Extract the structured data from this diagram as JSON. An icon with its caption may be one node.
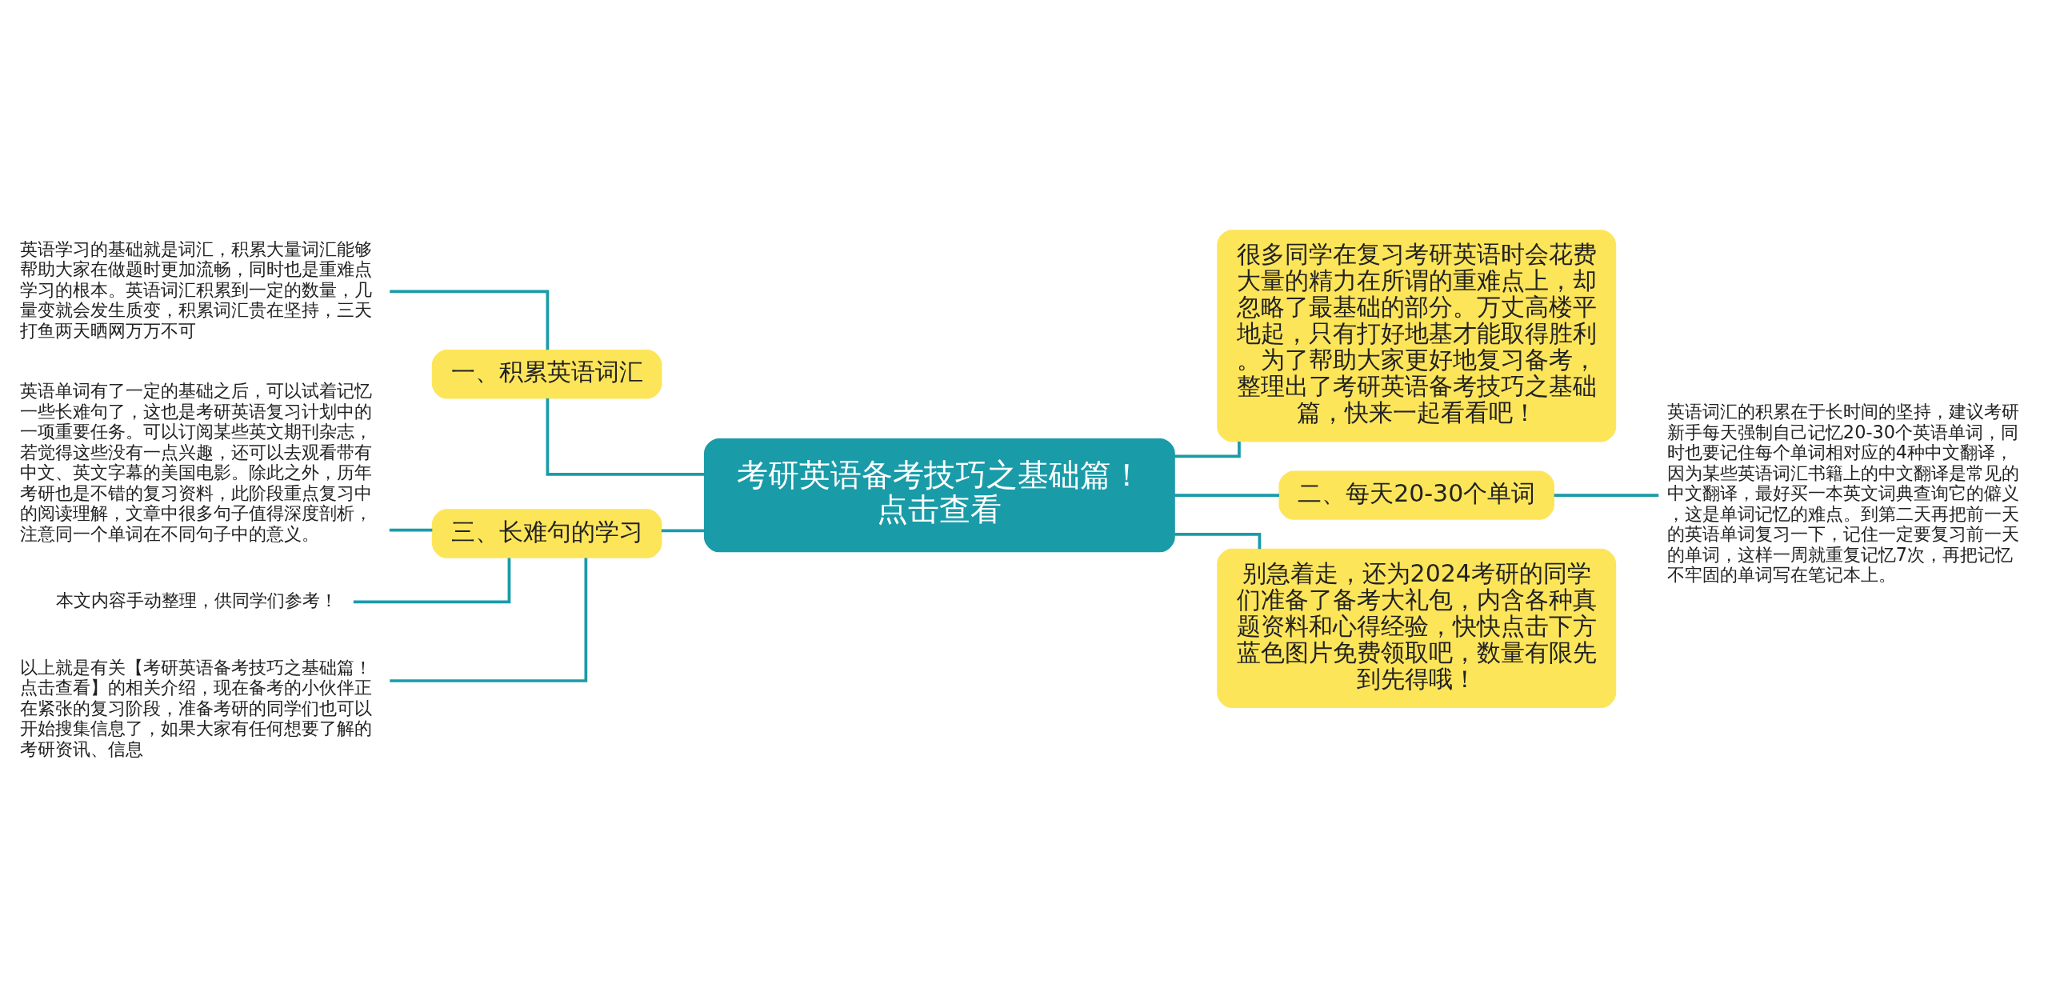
{
  "diagram": {
    "nodes": [
      {
        "text": [
          "考研英语备考技巧之基础篇！点击查看"
        ]
      },
      {
        "text": [
          "一、积累英语词汇"
        ]
      },
      {
        "text": [
          "英语学习的基础就是词汇，积累大量词汇能够帮助大家在做题时更加流畅，同时也是重难点学习的根本。英语词汇积累到一定的数量，几量变就会发生质变，积累词汇贵在坚持，三天打鱼两天晒网万万不可"
        ]
      },
      {
        "text": [
          "三、长难句的学习"
        ]
      },
      {
        "text": [
          "英语单词有了一定的基础之后，可以试着记忆一些长难句了，这也是考研英语复习计划中的一项重要任务。可以订阅某些英文期刊杂志，若觉得这些没有一点兴趣，还可以去观看带有中文、英文字幕的美国电影。除此之外，历年考研也是不错的复习资料，此阶段重点复习中的阅读理解，文章中很多句子值得深度剖析，注意同一个单词在不同句子中的意义。"
        ]
      },
      {
        "text": [
          "本文内容手动整理，供同学们参考！"
        ]
      },
      {
        "text": [
          "以上就是有关【考研英语备考技巧之基础篇！点击查看】的相关介绍，现在备考的小伙伴正在紧张的复习阶段，准备考研的同学们也可以开始搜集信息了，如果大家有任何想要了解的考研资讯、信息"
        ]
      },
      {
        "text": [
          "很多同学在复习考研英语时会花费大量的精力在所谓的重难点上，却忽略了最基础的部分。万丈高楼平地起，只有打好地基才能取得胜利。为了帮助大家更好地复习备考，整理出了考研英语备考技巧之基础篇，快来一起看看吧！"
        ]
      },
      {
        "text": [
          "二、每天20-30个单词"
        ]
      },
      {
        "text": [
          "英语词汇的积累在于长时间的坚持，建议考研新手每天强制自己记忆20-30个英语单词，同时也要记住每个单词相对应的4种中文翻译，因为某些英语词汇书籍上的中文翻译是常见的中文翻译，最好买一本英文词典查询它的僻义，这是单词记忆的难点。到第二天再把前一天的英语单词复习一下，记住一定要复习前一天的单词，这样一周就重复记忆7次，再把记忆不牢固的单词写在笔记本上。"
        ]
      },
      {
        "text": [
          "别急着走，还为2024考研的同学们准备了备考大礼包，内含各种真题资料和心得经验，快快点击下方蓝色图片免费领取吧，数量有限先到先得哦！"
        ]
      }
    ],
    "edges": [
      {
        "from": 0,
        "to": 1,
        "arrow": "none"
      },
      {
        "from": 1,
        "to": 2,
        "arrow": "none"
      },
      {
        "from": 0,
        "to": 3,
        "arrow": "none"
      },
      {
        "from": 3,
        "to": 4,
        "arrow": "none"
      },
      {
        "from": 3,
        "to": 5,
        "arrow": "none"
      },
      {
        "from": 3,
        "to": 6,
        "arrow": "none"
      },
      {
        "from": 0,
        "to": 7,
        "arrow": "none"
      },
      {
        "from": 0,
        "to": 8,
        "arrow": "none"
      },
      {
        "from": 8,
        "to": 9,
        "arrow": "none"
      },
      {
        "from": 0,
        "to": 10,
        "arrow": "none"
      }
    ]
  }
}
